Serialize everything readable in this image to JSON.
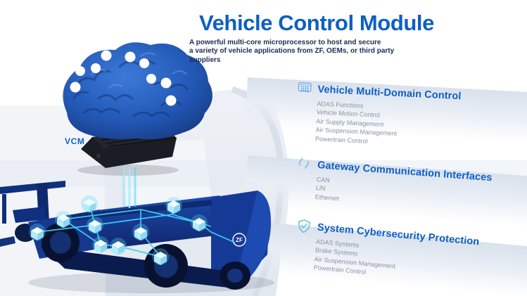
{
  "header": {
    "title": "Vehicle Control Module",
    "subtitle_line1": "A powerful multi-core microprocessor to host and secure",
    "subtitle_line2": "a variety of vehicle applications from ZF, OEMs, or third party suppliers"
  },
  "illustration": {
    "vcm_label": "VCM",
    "truck_logo": "ZF",
    "elements": [
      "brain-with-circuit-nodes",
      "vcm-control-module",
      "truck-chassis-with-sensor-network",
      "ghost-truck-cab"
    ]
  },
  "sections": [
    {
      "icon": "circuit-board-icon",
      "title": "Vehicle Multi-Domain Control",
      "items": [
        "ADAS Functions",
        "Vehicle Motion Control",
        "Air Supply Management",
        "Air Suspension Management",
        "Powertrain Control"
      ]
    },
    {
      "icon": "sync-arrows-icon",
      "title": "Gateway Communication Interfaces",
      "items": [
        "CAN",
        "LIN",
        "Ethernet"
      ]
    },
    {
      "icon": "shield-check-icon",
      "title": "System Cybersecurity Protection",
      "items": [
        "ADAS Systems",
        "Brake Systems",
        "Air Suspension Management",
        "Powertrain Control"
      ]
    }
  ],
  "colors": {
    "title_blue": "#0d5fc3",
    "heading_blue": "#0d5ec6",
    "subtitle_navy": "#1c2c55",
    "item_gray": "#8a93a1",
    "trace_cyan": "#35c3f0",
    "brain_blue": "#1d4fa8",
    "chassis_blue": "#16388f",
    "band_gray_blue": "#d9e1ec"
  }
}
